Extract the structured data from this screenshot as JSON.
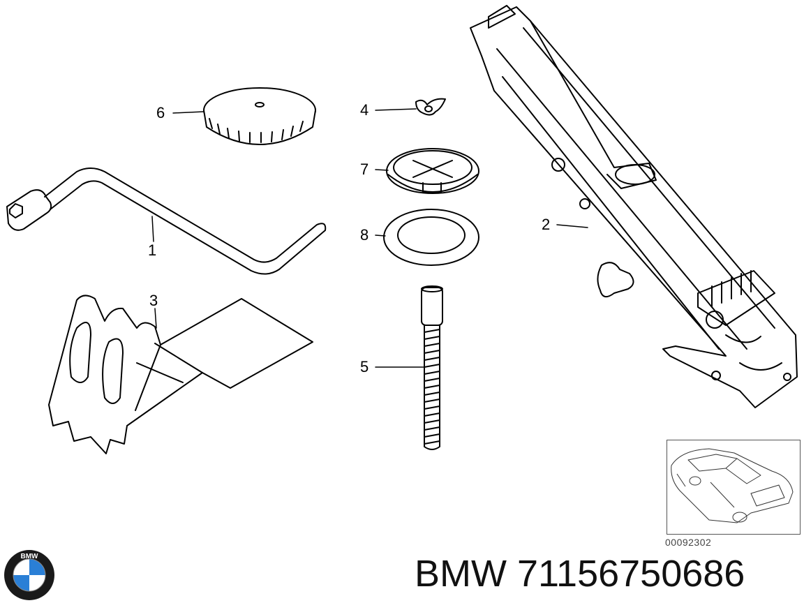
{
  "callouts": {
    "c1": "1",
    "c2": "2",
    "c3": "3",
    "c4": "4",
    "c5": "5",
    "c6": "6",
    "c7": "7",
    "c8": "8"
  },
  "image_id": "00092302",
  "brand": "BMW",
  "part_number": "71156750686",
  "logo_letters": "BMW",
  "colors": {
    "line": "#000000",
    "logo_blue": "#2a7fd6",
    "logo_ring": "#1a1a1a"
  }
}
